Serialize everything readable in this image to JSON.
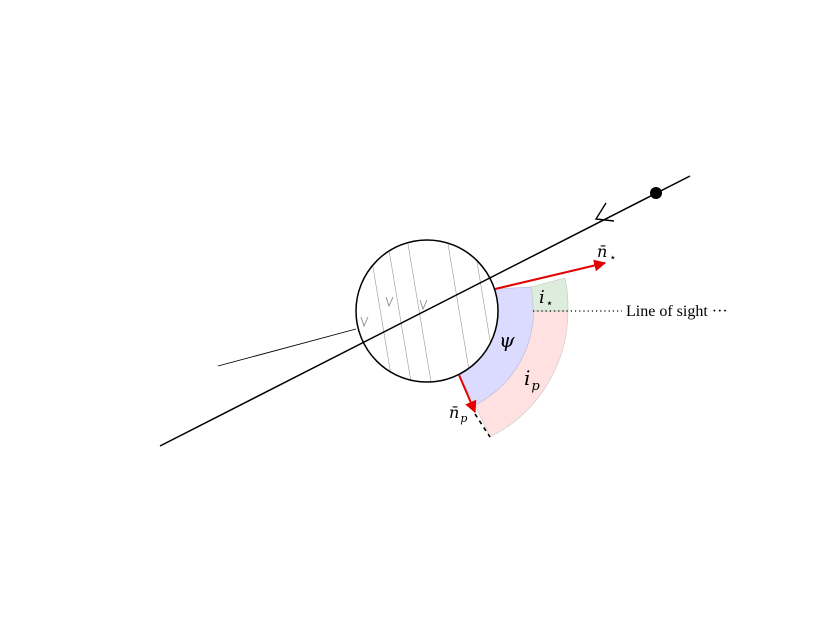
{
  "labels": {
    "n_star": "n̄",
    "n_star_sub": "⋆",
    "n_p": "n̄",
    "n_p_sub": "p",
    "i_star": "i",
    "i_star_sub": "⋆",
    "psi": "ψ",
    "i_p": "i",
    "i_p_sub": "p",
    "line_of_sight": "Line of sight",
    "line_of_sight_dots": "···"
  },
  "colors": {
    "vector": "#e30000",
    "psi_fill": "#d9d9ff",
    "i_star_fill": "#dcebdc",
    "i_p_fill": "#ffdede",
    "stroke": "#000000",
    "hatch": "#999999"
  }
}
